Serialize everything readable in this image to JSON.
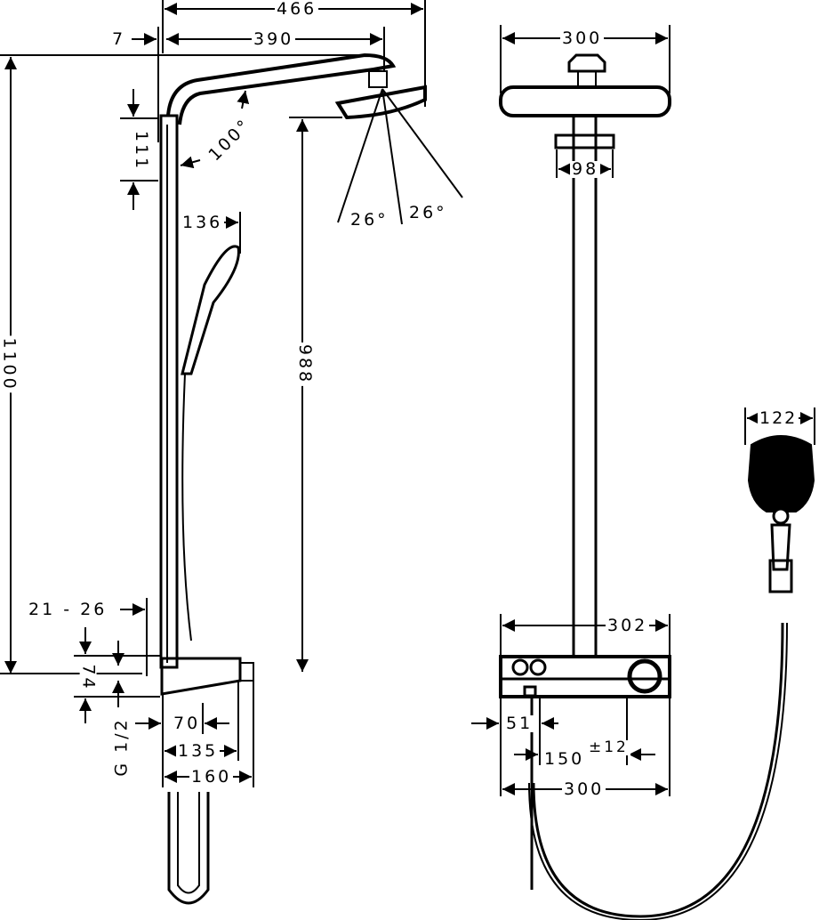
{
  "drawing": {
    "title": "Shower system technical drawing",
    "units": "mm",
    "line_color": "#000000",
    "background": "#ffffff",
    "side_view": {
      "overall_depth": "466",
      "arm_reach": "390",
      "wall_offset": "7",
      "total_height": "1100",
      "head_height": "988",
      "bracket_height": "111",
      "arm_angle": "100°",
      "handshower_projection": "136",
      "spray_angle_left": "26°",
      "spray_angle_right": "26°",
      "wall_distance_range": "21 - 26",
      "thermostat_height": "74",
      "connection_thread": "G 1/2",
      "outlet_offset": "70",
      "thermostat_depth": "135",
      "thermostat_total_depth": "160"
    },
    "front_view": {
      "head_width": "300",
      "arm_mount_width": "98",
      "thermostat_width": "302",
      "inlet_offset": "51",
      "inlet_spacing": "150",
      "inlet_tolerance": "±12",
      "bottom_width": "300"
    },
    "handshower_view": {
      "head_width": "122"
    }
  }
}
